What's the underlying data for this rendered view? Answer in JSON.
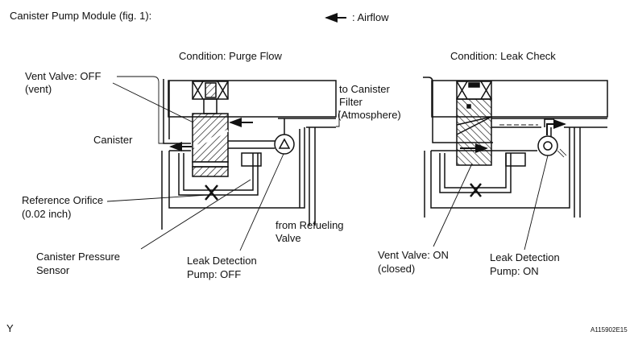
{
  "figure": {
    "title": "Canister Pump Module (fig. 1):",
    "legend": {
      "arrow_icon": "left-arrow-icon",
      "label": ": Airflow"
    },
    "footer_left": "Y",
    "figure_id": "A115902E15"
  },
  "panel_left": {
    "condition": "Condition: Purge Flow",
    "labels": {
      "vent_valve_line1": "Vent Valve: OFF",
      "vent_valve_line2": "(vent)",
      "canister": "Canister",
      "ref_orifice_line1": "Reference Orifice",
      "ref_orifice_line2": "(0.02 inch)",
      "pressure_sensor_line1": "Canister Pressure",
      "pressure_sensor_line2": "Sensor",
      "pump_line1": "Leak Detection",
      "pump_line2": "Pump: OFF",
      "to_filter_line1": "to Canister",
      "to_filter_line2": "Filter",
      "to_filter_line3": "(Atmosphere)",
      "from_refuel_line1": "from Refueling",
      "from_refuel_line2": "Valve"
    }
  },
  "panel_right": {
    "condition": "Condition: Leak Check",
    "labels": {
      "vent_valve_line1": "Vent Valve: ON",
      "vent_valve_line2": "(closed)",
      "pump_line1": "Leak Detection",
      "pump_line2": "Pump: ON"
    }
  }
}
